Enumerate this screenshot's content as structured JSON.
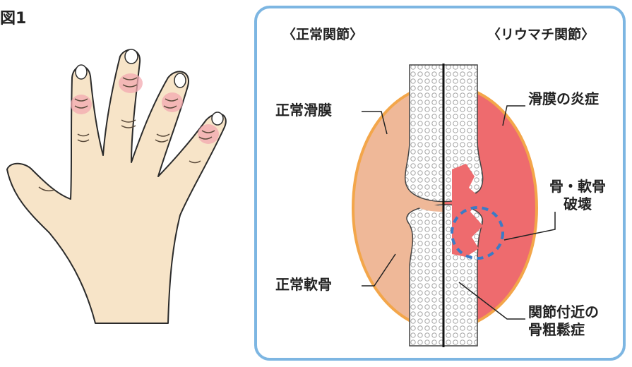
{
  "figure_label": "図1",
  "diagram": {
    "heading_normal": "〈正常関節〉",
    "heading_ra": "〈リウマチ関節〉",
    "labels": {
      "normal_synovium": "正常滑膜",
      "normal_cartilage": "正常軟骨",
      "synovitis": "滑膜の炎症",
      "destruction_line1": "骨・軟骨",
      "destruction_line2": "破壊",
      "osteoporosis_line1": "関節付近の",
      "osteoporosis_line2": "骨粗鬆症"
    }
  },
  "colors": {
    "panel_border": "#7db6e2",
    "normal_synovium": "#efb898",
    "normal_outline": "#f3a64a",
    "inflamed_synovium": "#ee6b6e",
    "erosion_circle": "#3a7bc6",
    "skin": "#f7e4c8",
    "inflamed_joint": "#f3a9b0"
  }
}
